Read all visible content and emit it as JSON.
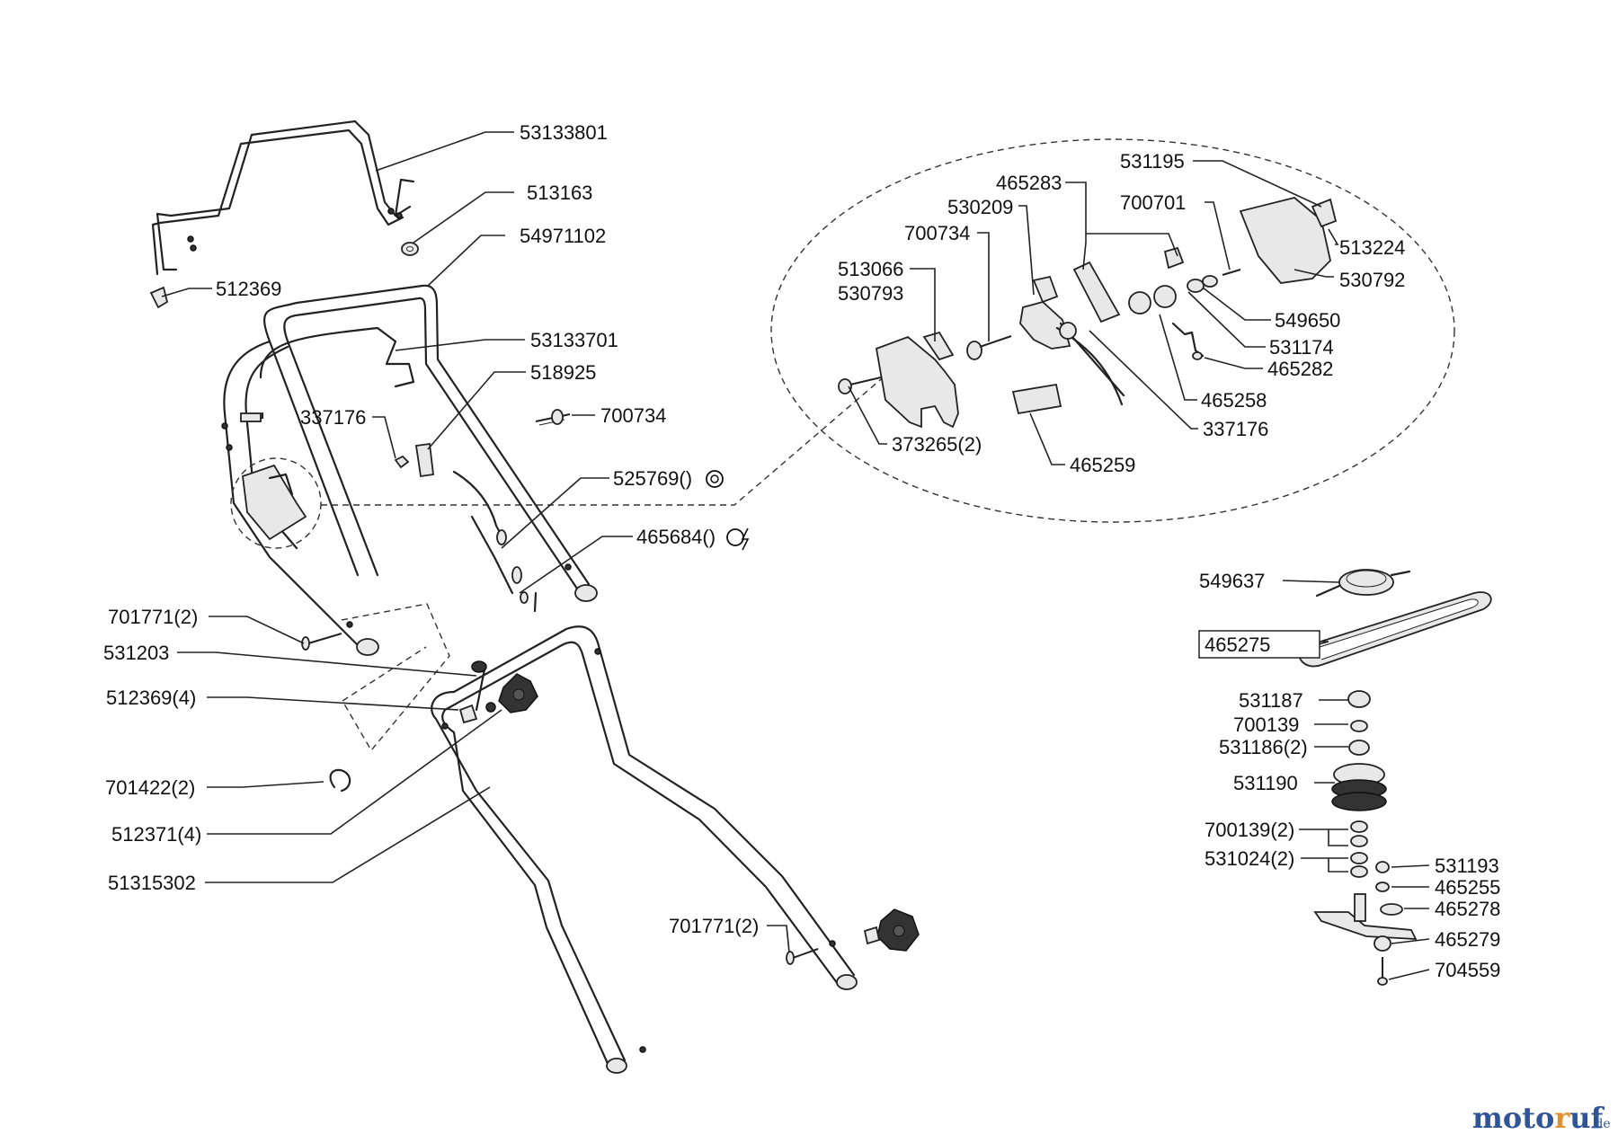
{
  "diagram": {
    "part_labels": {
      "p53133801": "53133801",
      "p513163": "513163",
      "p54971102": "54971102",
      "p512369_top": "512369",
      "p53133701": "53133701",
      "p518925": "518925",
      "p337176_left": "337176",
      "p700734_left": "700734",
      "p525769": "525769()",
      "p465684": "465684()",
      "p701771_a": "701771(2)",
      "p531203": "531203",
      "p512369_4": "512369(4)",
      "p701422": "701422(2)",
      "p512371": "512371(4)",
      "p51315302": "51315302",
      "p701771_b": "701771(2)",
      "p531195": "531195",
      "p465283": "465283",
      "p530209": "530209",
      "p700701": "700701",
      "p700734_detail": "700734",
      "p513066": "513066",
      "p530793": "530793",
      "p513224": "513224",
      "p530792": "530792",
      "p549650": "549650",
      "p531174": "531174",
      "p465282": "465282",
      "p465258": "465258",
      "p337176_detail": "337176",
      "p373265": "373265(2)",
      "p465259": "465259",
      "p549637": "549637",
      "p465275": "465275",
      "p531187": "531187",
      "p700139": "700139",
      "p531186": "531186(2)",
      "p531190": "531190",
      "p700139_2": "700139(2)",
      "p531024": "531024(2)",
      "p531193": "531193",
      "p465255": "465255",
      "p465278": "465278",
      "p465279": "465279",
      "p704559": "704559"
    }
  },
  "watermark": {
    "brand_start": "moto",
    "brand_accent": "r",
    "brand_end": "uf",
    "tld": ".de",
    "color": "#2f5597",
    "accent_color": "#e0912e"
  }
}
